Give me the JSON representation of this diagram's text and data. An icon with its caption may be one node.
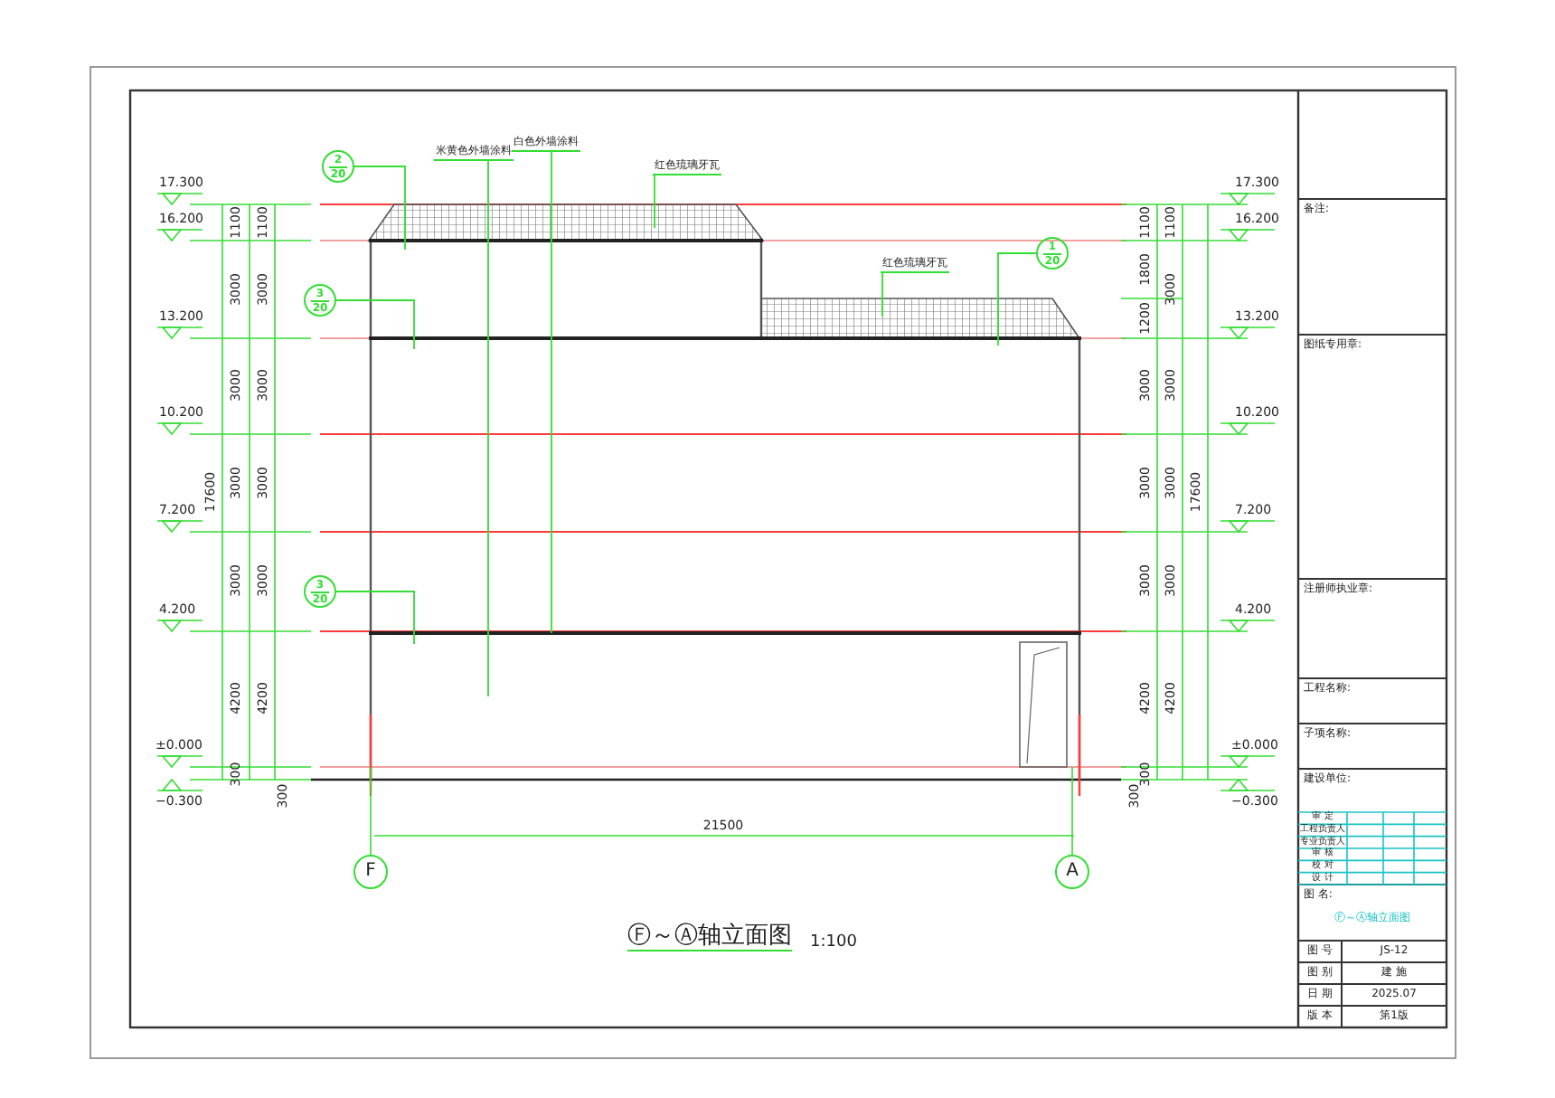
{
  "diagram": {
    "title": "Ⓕ～Ⓐ轴立面图",
    "nodes": [
      {
        "text": [
          "2",
          "20"
        ]
      },
      {
        "text": [
          "米黄色外墙涂料"
        ]
      },
      {
        "text": [
          "白色外墙涂料"
        ]
      },
      {
        "text": [
          "红色琉璃牙瓦"
        ]
      },
      {
        "text": [
          "3",
          "20"
        ]
      },
      {
        "text": [
          "1",
          "20"
        ]
      },
      {
        "text": [
          "红色琉璃牙瓦"
        ]
      },
      {
        "text": [
          "3",
          "20"
        ]
      }
    ],
    "edges": [
      {
        "from": 0,
        "to": null,
        "arrow": "none"
      },
      {
        "from": 1,
        "to": null,
        "arrow": "none"
      },
      {
        "from": 2,
        "to": null,
        "arrow": "none"
      },
      {
        "from": 3,
        "to": null,
        "arrow": "none"
      },
      {
        "from": 4,
        "to": null,
        "arrow": "none"
      },
      {
        "from": 5,
        "to": null,
        "arrow": "none"
      },
      {
        "from": 6,
        "to": null,
        "arrow": "none"
      },
      {
        "from": 7,
        "to": null,
        "arrow": "none"
      }
    ],
    "labels": [
      "17.300",
      "17.300",
      "16.200",
      "1100",
      "1100",
      "1100",
      "1100",
      "16.200",
      "3000",
      "3000",
      "1800",
      "3000",
      "1200",
      "13.200",
      "13.200",
      "3000",
      "3000",
      "3000",
      "3000",
      "10.200",
      "10.200",
      "17600",
      "3000",
      "3000",
      "3000",
      "3000",
      "17600",
      "7.200",
      "7.200",
      "3000",
      "3000",
      "3000",
      "3000",
      "4.200",
      "4.200",
      "4200",
      "4200",
      "4200",
      "4200",
      "±0.000",
      "±0.000",
      "300",
      "300",
      "−0.300",
      "−0.300",
      "300",
      "300",
      "21500",
      "F",
      "A",
      "1:100",
      "备注:",
      "图纸专用章:",
      "注册师执业章:",
      "工程名称:",
      "子项名称:",
      "建设单位:",
      "审 定",
      "工程负责人",
      "专业负责人",
      "审 核",
      "校 对",
      "设 计",
      "图 名:",
      "Ⓕ～Ⓐ轴立面图",
      "图 号",
      "JS-12",
      "图 别",
      "建 施",
      "日 期",
      "2025.07",
      "版 本",
      "第1版"
    ]
  }
}
